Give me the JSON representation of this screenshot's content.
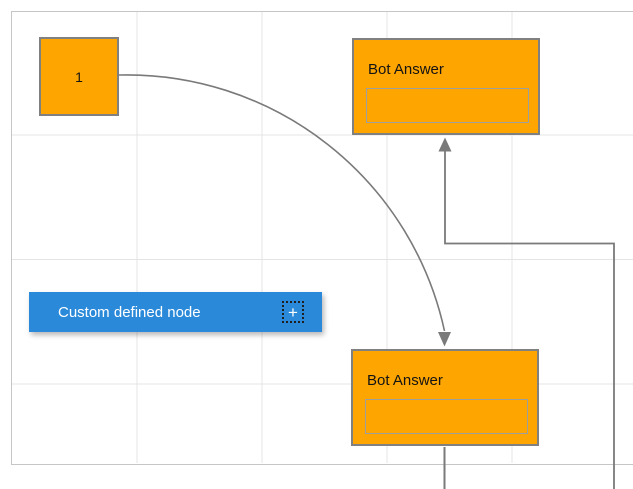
{
  "colors": {
    "node_fill": "#FFA500",
    "node_border": "#808080",
    "input_border": "#9E9E9E",
    "custom_node_fill": "#2A89D9",
    "custom_node_text": "#FFFFFF",
    "connector": "#7A7A7A",
    "grid_line": "#E4E4E4",
    "canvas_border": "#C6C6C6",
    "canvas_background": "#FFFFFF"
  },
  "nodes": {
    "start": {
      "label": "1"
    },
    "bot_answer_top": {
      "title": "Bot Answer",
      "input_value": "",
      "input_placeholder": ""
    },
    "bot_answer_bottom": {
      "title": "Bot Answer",
      "input_value": "",
      "input_placeholder": ""
    },
    "custom_defined": {
      "label": "Custom defined node",
      "add_label": "+"
    }
  }
}
